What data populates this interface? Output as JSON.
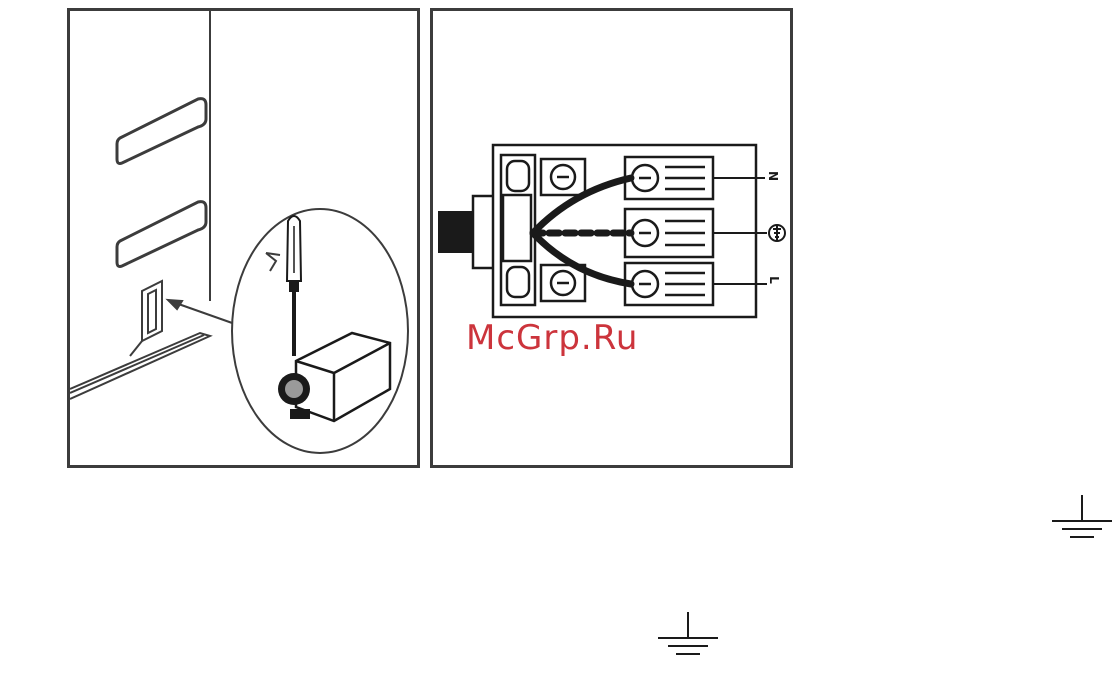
{
  "watermark": {
    "text": "McGrp.Ru",
    "color": "#c8232c"
  },
  "terminal_labels": {
    "neutral": "N",
    "live": "L",
    "earth_symbol": "earth-symbol"
  },
  "colors": {
    "line": "#3c3c3c",
    "dark": "#1a1a1a",
    "fill_gray": "#9a9a9a"
  }
}
